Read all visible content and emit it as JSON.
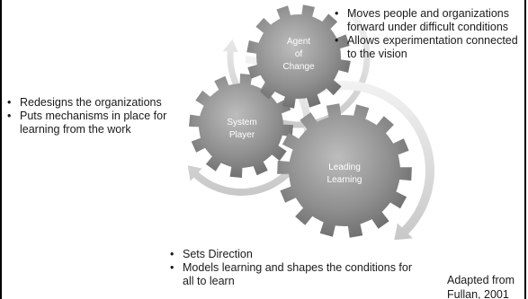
{
  "gears": {
    "agent": {
      "line1": "Agent",
      "line2": "of",
      "line3": "Change"
    },
    "system": {
      "line1": "System",
      "line2": "Player"
    },
    "leading": {
      "line1": "Leading",
      "line2": "Learning"
    }
  },
  "bullets": {
    "agent": [
      "Moves people and organizations forward under difficult conditions",
      "Allows experimentation connected to the vision"
    ],
    "system": [
      "Redesigns the organizations",
      "Puts mechanisms in place for learning from the work"
    ],
    "leading": [
      "Sets Direction",
      "Models learning and shapes the conditions for all to learn"
    ]
  },
  "citation": {
    "line1": "Adapted from",
    "line2": "Fullan, 2001"
  },
  "colors": {
    "gear_light": "#bdbdbd",
    "gear_mid": "#8f8f8f",
    "gear_dark": "#6a6a6a",
    "arrow_light": "#f2f2f2",
    "arrow_dark": "#c8c8c8"
  }
}
